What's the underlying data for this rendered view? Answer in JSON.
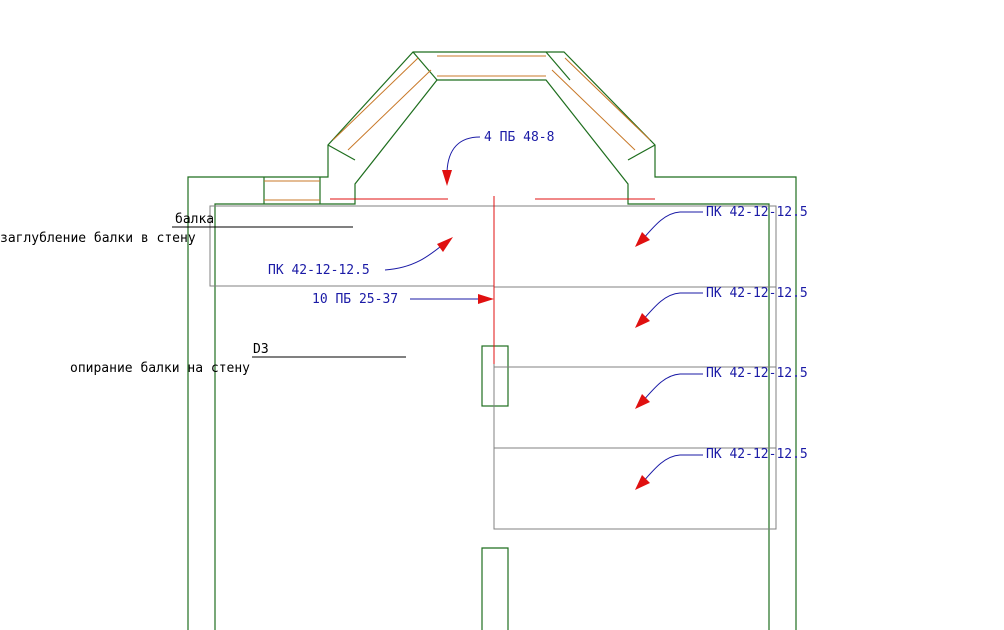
{
  "labels": {
    "beam": "балка",
    "beam_embed": "заглубление балки в стену",
    "d3": "D3",
    "beam_support": "опирание балки на стену",
    "top_lintel": "4 ПБ 48-8",
    "slab_left": "ПК 42-12-12.5",
    "lintel_mid": "10 ПБ 25-37",
    "slab_1": "ПК 42-12-12.5",
    "slab_2": "ПК 42-12-12.5",
    "slab_3": "ПК 42-12-12.5",
    "slab_4": "ПК 42-12-12.5"
  },
  "colors": {
    "wall": "#1e6e1e",
    "bay": "#c87828",
    "slab_outline": "#808080",
    "red": "#e01010",
    "leader": "#1a1aa6",
    "text": "#000000"
  }
}
